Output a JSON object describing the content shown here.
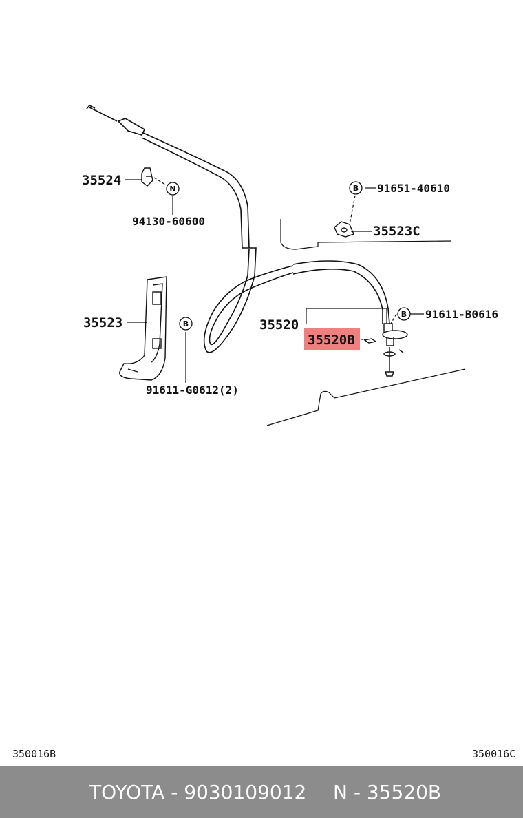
{
  "labels": {
    "l35524": "35524",
    "l94130": "94130-60600",
    "l91651": "91651-40610",
    "l35523c": "35523C",
    "l35523": "35523",
    "l91611g": "91611-G0612(2)",
    "l35520": "35520",
    "l35520b": "35520B",
    "l91611b": "91611-B0616"
  },
  "circles": {
    "n": "N",
    "b": "B"
  },
  "highlight_color": "#f08080",
  "codes": {
    "left": "350016B",
    "right": "350016C"
  },
  "footer": {
    "part": "TOYOTA - 9030109012",
    "ref": "N - 35520B"
  }
}
